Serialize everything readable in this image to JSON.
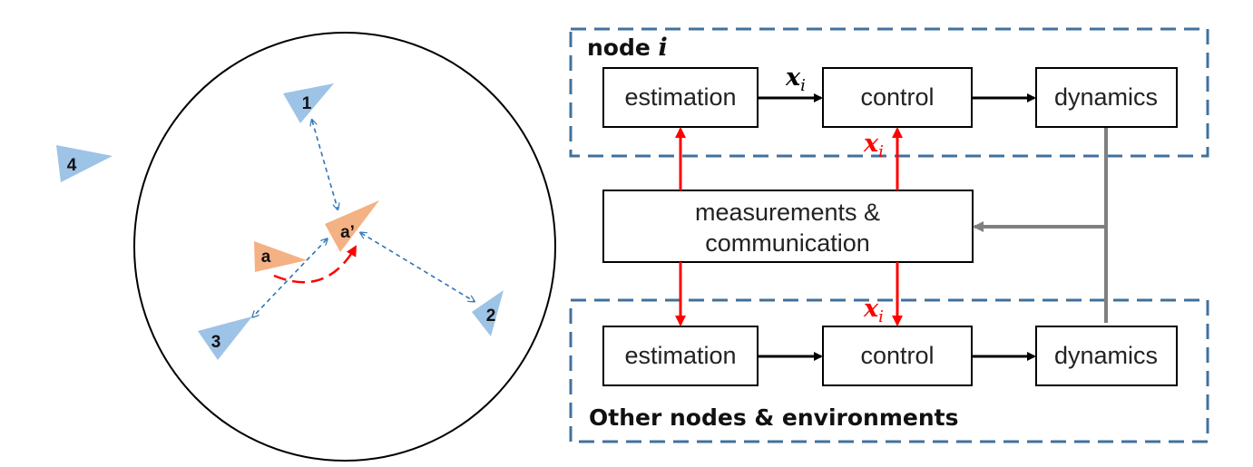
{
  "colors": {
    "agent_blue": "#9dc3e6",
    "agent_orange": "#f4b183",
    "dash_blue": "#2e75b6",
    "group_border": "#41719c",
    "red_arrow": "#ff0000",
    "gray_line": "#7f7f7f",
    "black": "#000000"
  },
  "left_panel": {
    "agents": [
      {
        "id": "1",
        "label": "1",
        "color": "agent_blue"
      },
      {
        "id": "2",
        "label": "2",
        "color": "agent_blue"
      },
      {
        "id": "3",
        "label": "3",
        "color": "agent_blue"
      },
      {
        "id": "4",
        "label": "4",
        "color": "agent_blue"
      },
      {
        "id": "a",
        "label": "a",
        "color": "agent_orange"
      },
      {
        "id": "a_prime",
        "label": "a’",
        "color": "agent_orange"
      }
    ]
  },
  "right_panel": {
    "node_group": {
      "title_text": "node ",
      "title_math": "i"
    },
    "other_group": {
      "title": "Other nodes & environments"
    },
    "top_row": {
      "estimation": "estimation",
      "control": "control",
      "dynamics": "dynamics"
    },
    "middle": {
      "line1": "measurements &",
      "line2": "communication"
    },
    "bottom_row": {
      "estimation": "estimation",
      "control": "control",
      "dynamics": "dynamics"
    },
    "math_labels": {
      "x_main": "x",
      "x_sub": "i"
    }
  }
}
